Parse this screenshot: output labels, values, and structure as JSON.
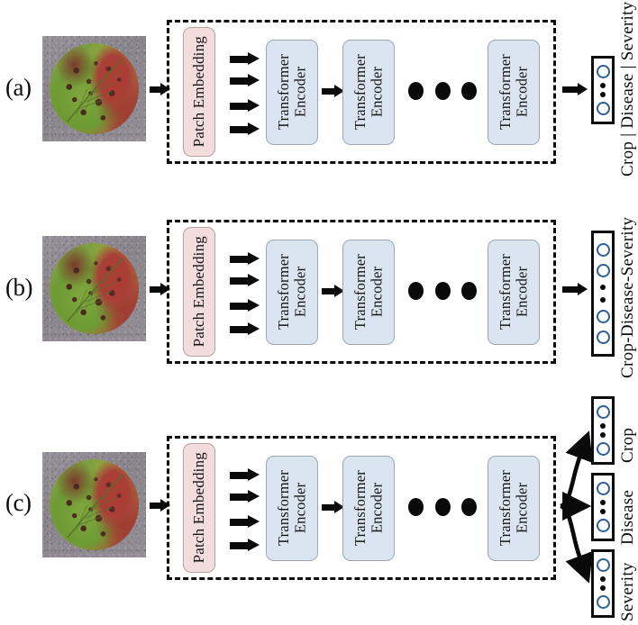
{
  "figure": {
    "title": "Vision Transformer classification strategies for crop disease and severity",
    "type": "architecture-diagram",
    "panel_count": 3
  },
  "blocks": {
    "patch_embedding": "Patch Embedding",
    "transformer_encoder": "Transformer\nEncoder",
    "ellipsis": "•••"
  },
  "colors": {
    "patch_embedding_fill": "#f2dcdc",
    "patch_embedding_stroke": "#b8a0a0",
    "encoder_fill": "#dbe5f1",
    "encoder_stroke": "#9aa6b4",
    "node_ring_stroke": "#2f5f9e",
    "arrow": "#0a0a0a",
    "dashed_border": "#0b0b0b",
    "background": "#ffffff"
  },
  "panels": [
    {
      "id": "a",
      "label": "(a)",
      "strategy": "single-head separate labels",
      "input_image_alt": "diseased leaf circular crop on gray background",
      "patch_arrow_count": 4,
      "encoder_labels": [
        "Transformer\nEncoder",
        "Transformer\nEncoder",
        "Transformer\nEncoder"
      ],
      "ellipsis_dots": 3,
      "outputs": [
        {
          "label": "Crop | Disease | Severity",
          "rings": 2,
          "dots": 2
        }
      ]
    },
    {
      "id": "b",
      "label": "(b)",
      "strategy": "single-head combined label",
      "input_image_alt": "diseased leaf circular crop on gray background",
      "patch_arrow_count": 4,
      "encoder_labels": [
        "Transformer\nEncoder",
        "Transformer\nEncoder",
        "Transformer\nEncoder"
      ],
      "ellipsis_dots": 3,
      "outputs": [
        {
          "label": "Crop-Disease-Severity",
          "rings": 4,
          "dots": 2
        }
      ]
    },
    {
      "id": "c",
      "label": "(c)",
      "strategy": "multi-head separate outputs",
      "input_image_alt": "diseased leaf circular crop on gray background",
      "patch_arrow_count": 4,
      "encoder_labels": [
        "Transformer\nEncoder",
        "Transformer\nEncoder",
        "Transformer\nEncoder"
      ],
      "ellipsis_dots": 3,
      "outputs": [
        {
          "label": "Crop",
          "rings": 2,
          "dots": 2
        },
        {
          "label": "Disease",
          "rings": 2,
          "dots": 2
        },
        {
          "label": "Severity",
          "rings": 2,
          "dots": 2
        }
      ]
    }
  ]
}
